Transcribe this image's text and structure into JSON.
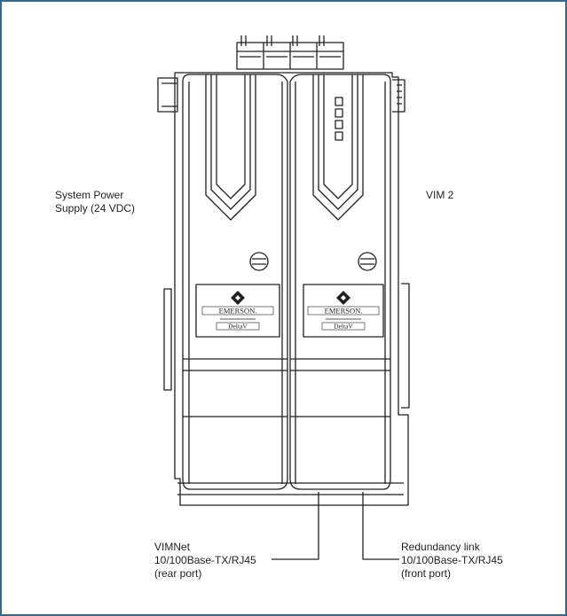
{
  "labels": {
    "power_supply": [
      "System Power",
      "Supply (24 VDC)"
    ],
    "vim2": "VIM 2",
    "vimnet": [
      "VIMNet",
      "10/100Base-TX/RJ45",
      "(rear port)"
    ],
    "redundancy": [
      "Redundancy link",
      "10/100Base-TX/RJ45",
      "(front port)"
    ]
  },
  "branding": {
    "maker": "EMERSON.",
    "product": "DeltaV"
  },
  "colors": {
    "border": "#33679a",
    "line": "#231f20",
    "background": "#ffffff"
  }
}
